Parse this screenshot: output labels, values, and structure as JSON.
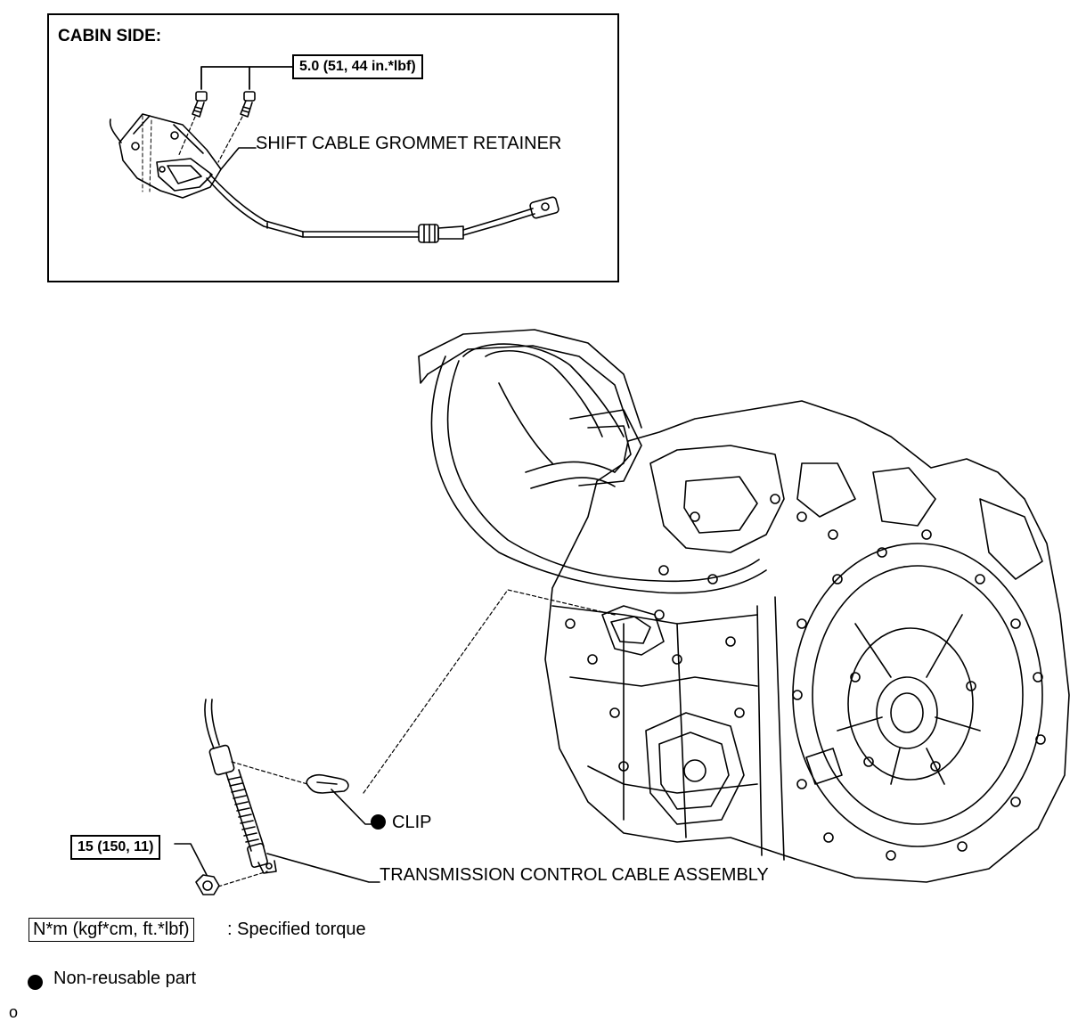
{
  "inset": {
    "title": "CABIN SIDE:",
    "torque_label": "5.0 (51, 44 in.*lbf)",
    "part_label": "SHIFT CABLE GROMMET RETAINER"
  },
  "main": {
    "clip_label": "CLIP",
    "cable_label": "TRANSMISSION CONTROL CABLE ASSEMBLY",
    "nut_torque_label": "15 (150, 11)"
  },
  "legend": {
    "torque_units": "N*m (kgf*cm, ft.*lbf)",
    "torque_desc": ": Specified torque",
    "nonreusable_desc": "Non-reusable part"
  },
  "footer_mark": "o"
}
